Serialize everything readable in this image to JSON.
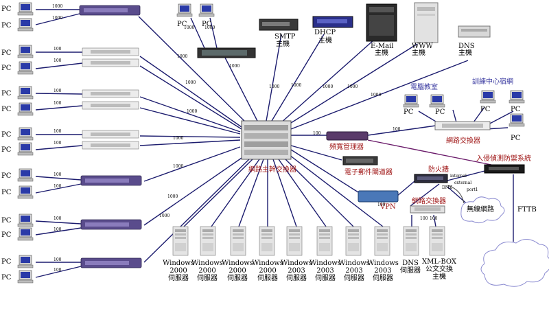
{
  "pc_label": "PC",
  "speed_1000": "1000",
  "speed_100": "100",
  "core_switch": "網路主幹交換器",
  "bandwidth_manager": "頻寬管理器",
  "mail_gateway": "電子郵件閘道器",
  "vpn": "VPN",
  "switch_label": "網路交換器",
  "firewall": "防火牆",
  "ids": "入侵偵測防禦系統",
  "wireless": "無線網路",
  "fttb": "FTTB",
  "classroom": "電腦教室",
  "dorm": "訓練中心宿網",
  "dmz": "DMZ",
  "port1": "port1",
  "internal": "internal",
  "external": "external",
  "top_servers": [
    {
      "l1": "SMTP",
      "l2": "主機"
    },
    {
      "l1": "DHCP",
      "l2": "主機"
    },
    {
      "l1": "E-Mail",
      "l2": "主機"
    },
    {
      "l1": "WWW",
      "l2": "主機"
    },
    {
      "l1": "DNS",
      "l2": "主機"
    }
  ],
  "bottom_servers": [
    {
      "l1": "Windows",
      "l2": "2000",
      "l3": "伺服器"
    },
    {
      "l1": "Windows",
      "l2": "2000",
      "l3": "伺服器"
    },
    {
      "l1": "Windows",
      "l2": "2000",
      "l3": "伺服器"
    },
    {
      "l1": "Windows",
      "l2": "2000",
      "l3": "伺服器"
    },
    {
      "l1": "Windows",
      "l2": "2003",
      "l3": "伺服器"
    },
    {
      "l1": "Windows",
      "l2": "2003",
      "l3": "伺服器"
    },
    {
      "l1": "Windows",
      "l2": "2003",
      "l3": "伺服器"
    },
    {
      "l1": "Windows",
      "l2": "2003",
      "l3": "伺服器"
    },
    {
      "l1": "DNS",
      "l2": "伺服器",
      "l3": ""
    },
    {
      "l1": "XML-BOX",
      "l2": "公文交換",
      "l3": "主機"
    }
  ],
  "colors": {
    "link": "#1c1c6e",
    "red_label": "#a01818",
    "blue_label": "#3a3aa0",
    "purple_line": "#6a1a6a"
  }
}
